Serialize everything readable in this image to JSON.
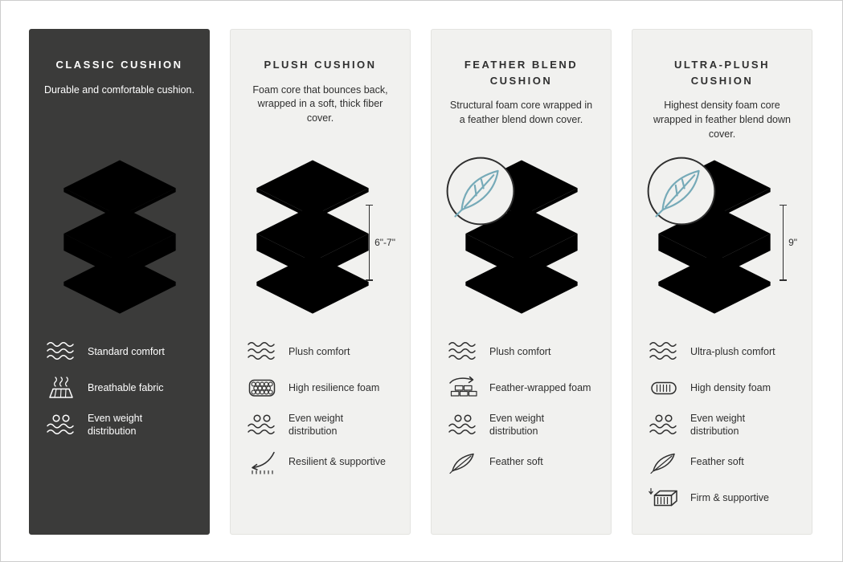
{
  "colors": {
    "dark_card": "#3b3b3a",
    "light_card": "#f1f1ef",
    "foam_top": "#dceef3",
    "foam_side": "#c8e4ec",
    "outline_dark": "#2e2e2e",
    "feather_accent": "#76aab8"
  },
  "cards": [
    {
      "title": "CLASSIC CUSHION",
      "description": "Durable and comfortable cushion.",
      "height_label": "",
      "feather_badge": false,
      "features": [
        {
          "icon": "waves-icon",
          "label": "Standard comfort"
        },
        {
          "icon": "breathable-fabric-icon",
          "label": "Breathable fabric"
        },
        {
          "icon": "even-weight-icon",
          "label": "Even weight distribution"
        }
      ]
    },
    {
      "title": "PLUSH CUSHION",
      "description": "Foam core that bounces back, wrapped in a soft, thick fiber cover.",
      "height_label": "6\"-7\"",
      "feather_badge": false,
      "features": [
        {
          "icon": "waves-icon",
          "label": "Plush comfort"
        },
        {
          "icon": "foam-bubbles-icon",
          "label": "High resilience foam"
        },
        {
          "icon": "even-weight-icon",
          "label": "Even weight distribution"
        },
        {
          "icon": "bounce-arrow-icon",
          "label": "Resilient & supportive"
        }
      ]
    },
    {
      "title": "FEATHER BLEND CUSHION",
      "description": "Structural foam core wrapped in a feather blend down cover.",
      "height_label": "",
      "feather_badge": true,
      "features": [
        {
          "icon": "waves-icon",
          "label": "Plush comfort"
        },
        {
          "icon": "brick-foam-icon",
          "label": "Feather-wrapped foam"
        },
        {
          "icon": "even-weight-icon",
          "label": "Even weight distribution"
        },
        {
          "icon": "feather-icon",
          "label": "Feather soft"
        }
      ]
    },
    {
      "title": "ULTRA-PLUSH CUSHION",
      "description": "Highest density foam core wrapped in feather blend down cover.",
      "height_label": "9\"",
      "feather_badge": true,
      "features": [
        {
          "icon": "waves-icon",
          "label": "Ultra-plush comfort"
        },
        {
          "icon": "density-foam-icon",
          "label": "High density foam"
        },
        {
          "icon": "even-weight-icon",
          "label": "Even weight distribution"
        },
        {
          "icon": "feather-icon",
          "label": "Feather soft"
        },
        {
          "icon": "firm-support-icon",
          "label": "Firm & supportive"
        }
      ]
    }
  ]
}
